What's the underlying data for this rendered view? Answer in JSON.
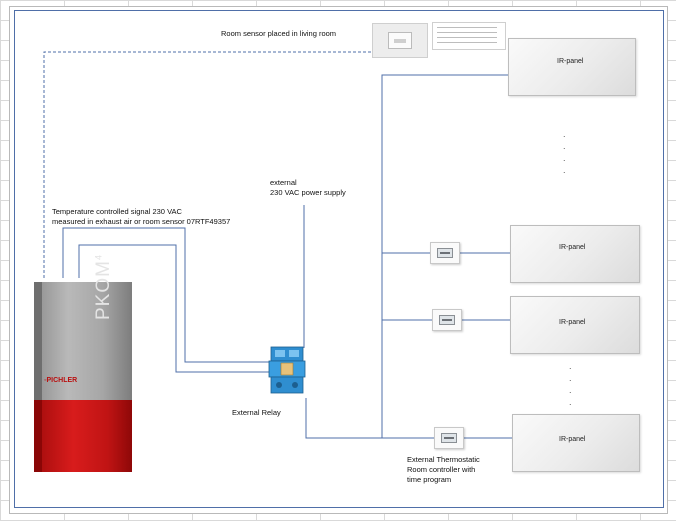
{
  "labels": {
    "room_sensor": "Room sensor placed in living room",
    "external_supply": "external\n230 VAC power supply",
    "temp_signal": "Temperature controlled signal 230 VAC\nmeasured in exhaust air or room sensor 07RTF49357",
    "external_relay": "External Relay",
    "external_thermostat": "External Thermostatic\nRoom controller with\ntime program"
  },
  "boiler": {
    "brand": "PKOM",
    "superscript": "4",
    "logo": "◦PICHLER"
  },
  "panels": [
    {
      "label": "IR-panel"
    },
    {
      "label": "IR-panel"
    },
    {
      "label": "IR-panel"
    },
    {
      "label": "IR-panel"
    }
  ],
  "colors": {
    "wire": "#4f6fa8",
    "boiler_red": "#d81c1c",
    "boiler_gray": "#a6a6a6",
    "relay_blue": "#2f8ed0"
  },
  "icons": {
    "room_sensor": "room-sensor-icon",
    "thermostat": "thermostat-icon",
    "relay": "relay-icon",
    "boiler": "boiler-icon"
  }
}
